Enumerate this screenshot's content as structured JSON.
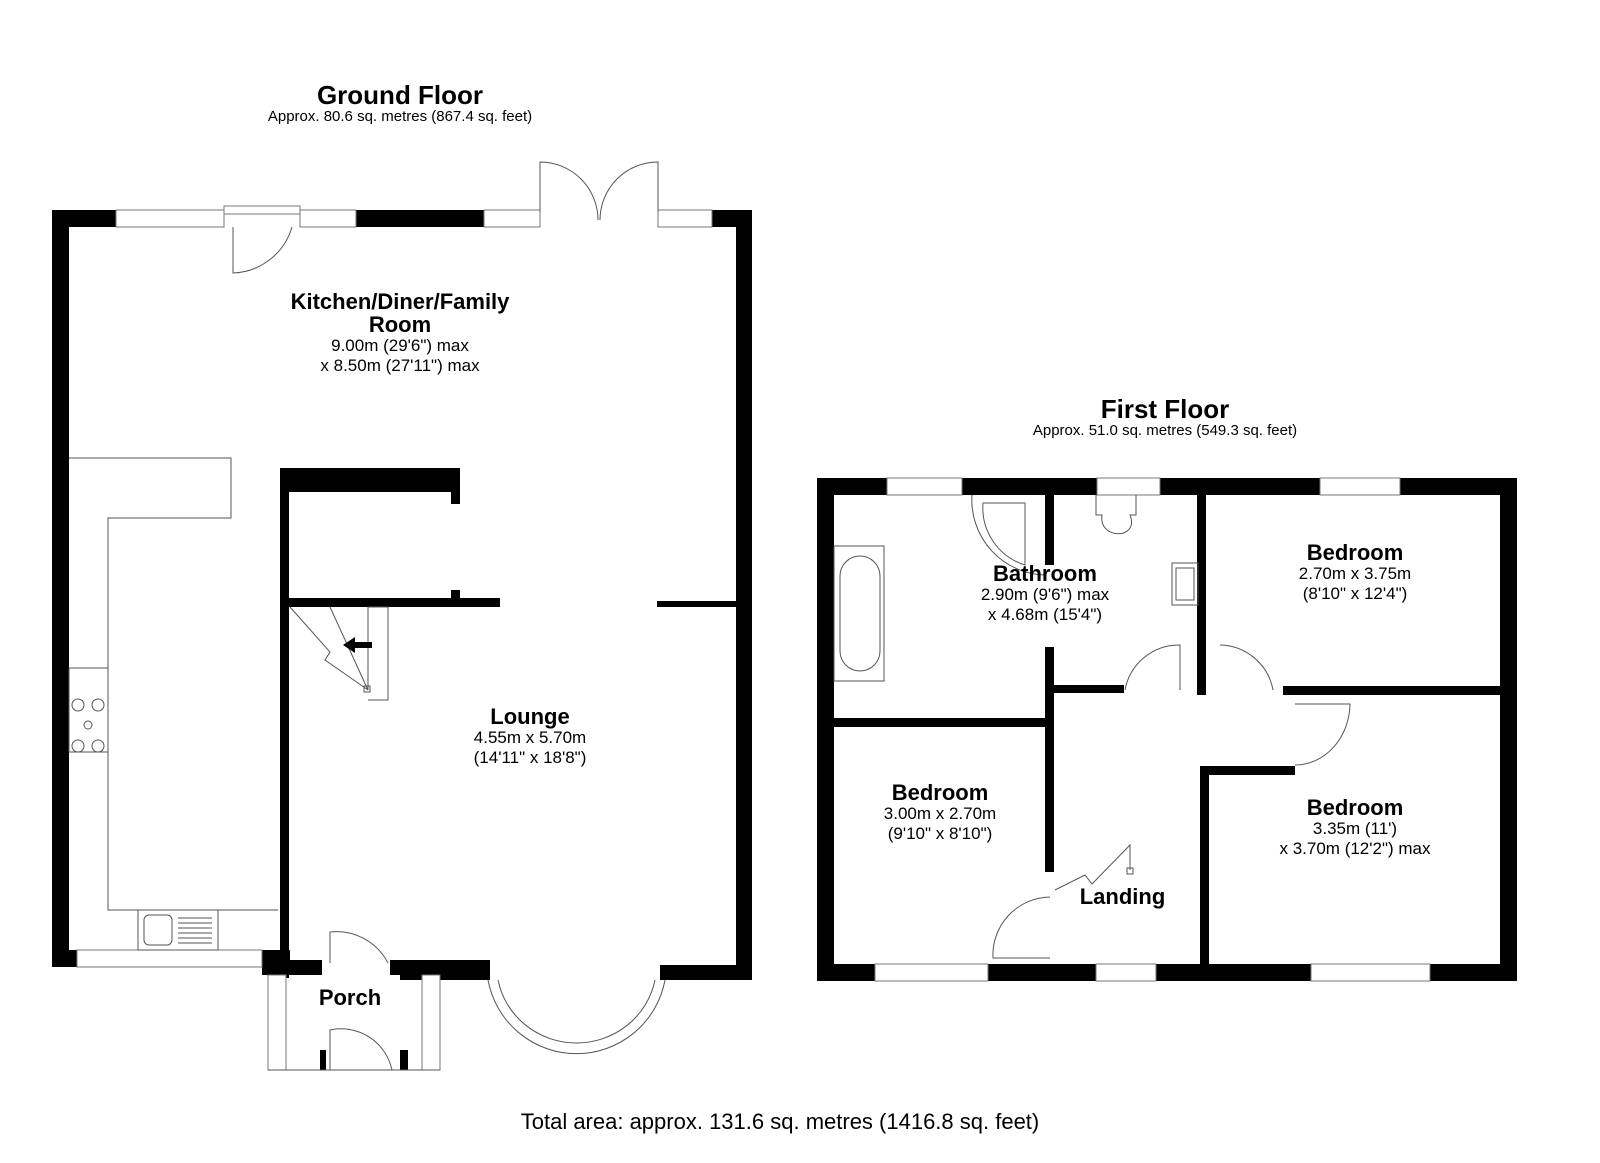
{
  "ground_floor": {
    "title": "Ground Floor",
    "area": "Approx. 80.6 sq. metres (867.4 sq. feet)",
    "rooms": [
      {
        "name": "Kitchen/Diner/Family",
        "name2": "Room",
        "dim1": "9.00m (29'6\") max",
        "dim2": "x 8.50m (27'11\") max"
      },
      {
        "name": "Lounge",
        "dim1": "4.55m x 5.70m",
        "dim2": "(14'11\" x 18'8\")"
      },
      {
        "name": "Porch"
      }
    ]
  },
  "first_floor": {
    "title": "First Floor",
    "area": "Approx. 51.0 sq. metres (549.3 sq. feet)",
    "rooms": [
      {
        "name": "Bathroom",
        "dim1": "2.90m (9'6\") max",
        "dim2": "x 4.68m (15'4\")"
      },
      {
        "name": "Bedroom",
        "dim1": "2.70m x 3.75m",
        "dim2": "(8'10\" x 12'4\")"
      },
      {
        "name": "Bedroom",
        "dim1": "3.00m x 2.70m",
        "dim2": "(9'10\" x 8'10\")"
      },
      {
        "name": "Landing"
      },
      {
        "name": "Bedroom",
        "dim1": "3.35m (11')",
        "dim2": "x 3.70m (12'2\") max"
      }
    ]
  },
  "total_area": "Total area: approx. 131.6 sq. metres (1416.8 sq. feet)",
  "colors": {
    "wall": "#000000",
    "fixture_line": "#555555",
    "background": "#ffffff"
  }
}
